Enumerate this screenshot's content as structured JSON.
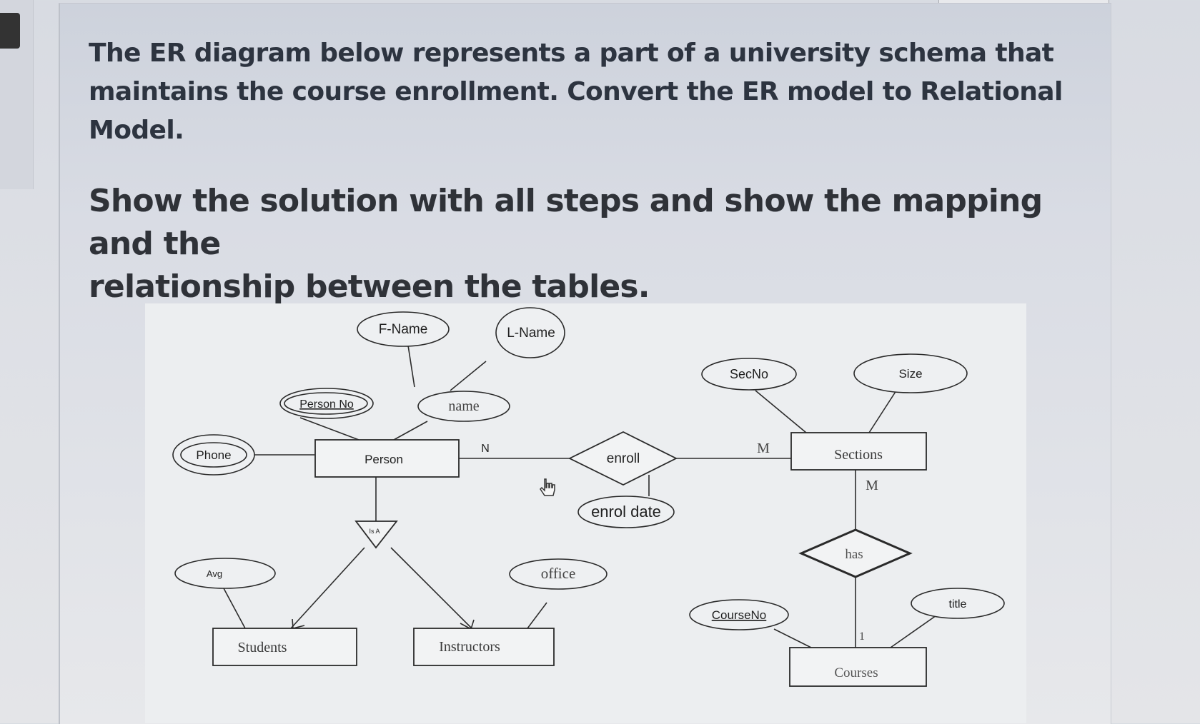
{
  "question": {
    "line1": "The ER diagram below represents a part of a university schema that",
    "line2": "maintains the course enrollment. Convert the ER model to Relational Model.",
    "line3": "Show the solution with all steps and show the mapping and the",
    "line4": "relationship between the tables."
  },
  "er_diagram": {
    "entities": {
      "person": "Person",
      "students": "Students",
      "instructors": "Instructors",
      "sections": "Sections",
      "courses": "Courses"
    },
    "attributes": {
      "fname": "F-Name",
      "lname": "L-Name",
      "name": "name",
      "person_no": "Person No",
      "phone": "Phone",
      "avg": "Avg",
      "office": "office",
      "enrol_date": "enrol date",
      "secno": "SecNo",
      "size": "Size",
      "courseno": "CourseNo",
      "title": "title"
    },
    "relationships": {
      "enroll": "enroll",
      "has": "has",
      "isa": "Is A"
    },
    "cardinalities": {
      "person_enroll": "N",
      "sections_enroll": "M",
      "sections_has": "M",
      "courses_has": "1"
    }
  }
}
